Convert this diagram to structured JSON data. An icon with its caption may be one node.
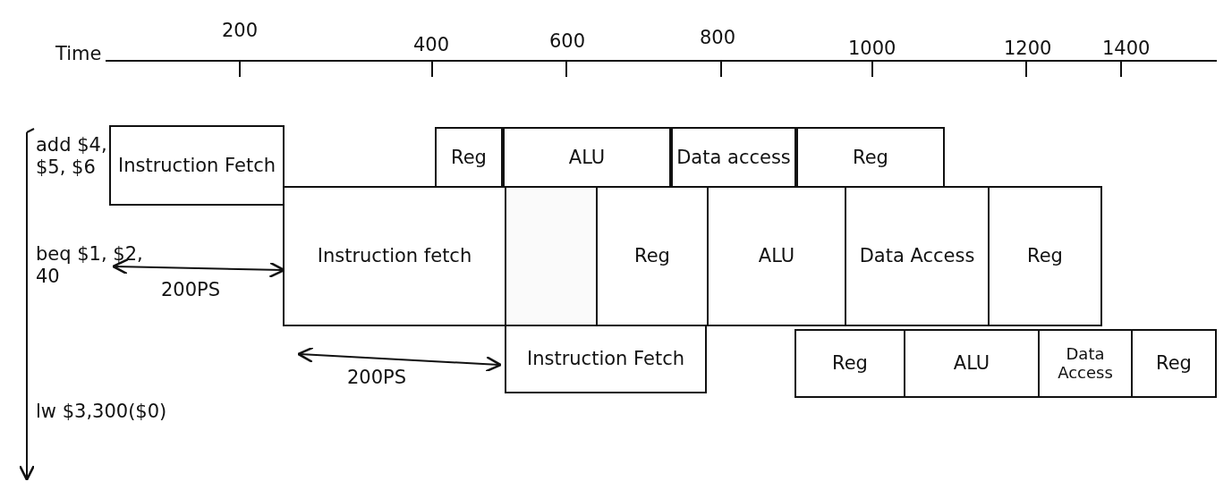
{
  "diagram": {
    "nodes": [
      {
        "text": [
          "Instruction Fetch"
        ]
      },
      {
        "text": [
          "Reg"
        ]
      },
      {
        "text": [
          "ALU"
        ]
      },
      {
        "text": [
          "Data access"
        ]
      },
      {
        "text": [
          "Reg"
        ]
      },
      {
        "text": [
          "Instruction fetch"
        ]
      },
      {
        "text": [],
        "shape": "box"
      },
      {
        "text": [
          "Reg"
        ]
      },
      {
        "text": [
          "ALU"
        ]
      },
      {
        "text": [
          "Data Access"
        ]
      },
      {
        "text": [
          "Reg"
        ]
      },
      {
        "text": [
          "Instruction Fetch"
        ]
      },
      {
        "text": [
          "Reg"
        ]
      },
      {
        "text": [
          "ALU"
        ]
      },
      {
        "text": [
          "Data Access"
        ]
      },
      {
        "text": [
          "Reg"
        ]
      }
    ],
    "labels": [
      "Time",
      "200",
      "400",
      "600",
      "800",
      "1000",
      "1200",
      "1400",
      "add $4, $5, $6",
      "beq $1, $2, 40",
      "200PS",
      "200PS",
      "lw $3,300($0)"
    ]
  }
}
